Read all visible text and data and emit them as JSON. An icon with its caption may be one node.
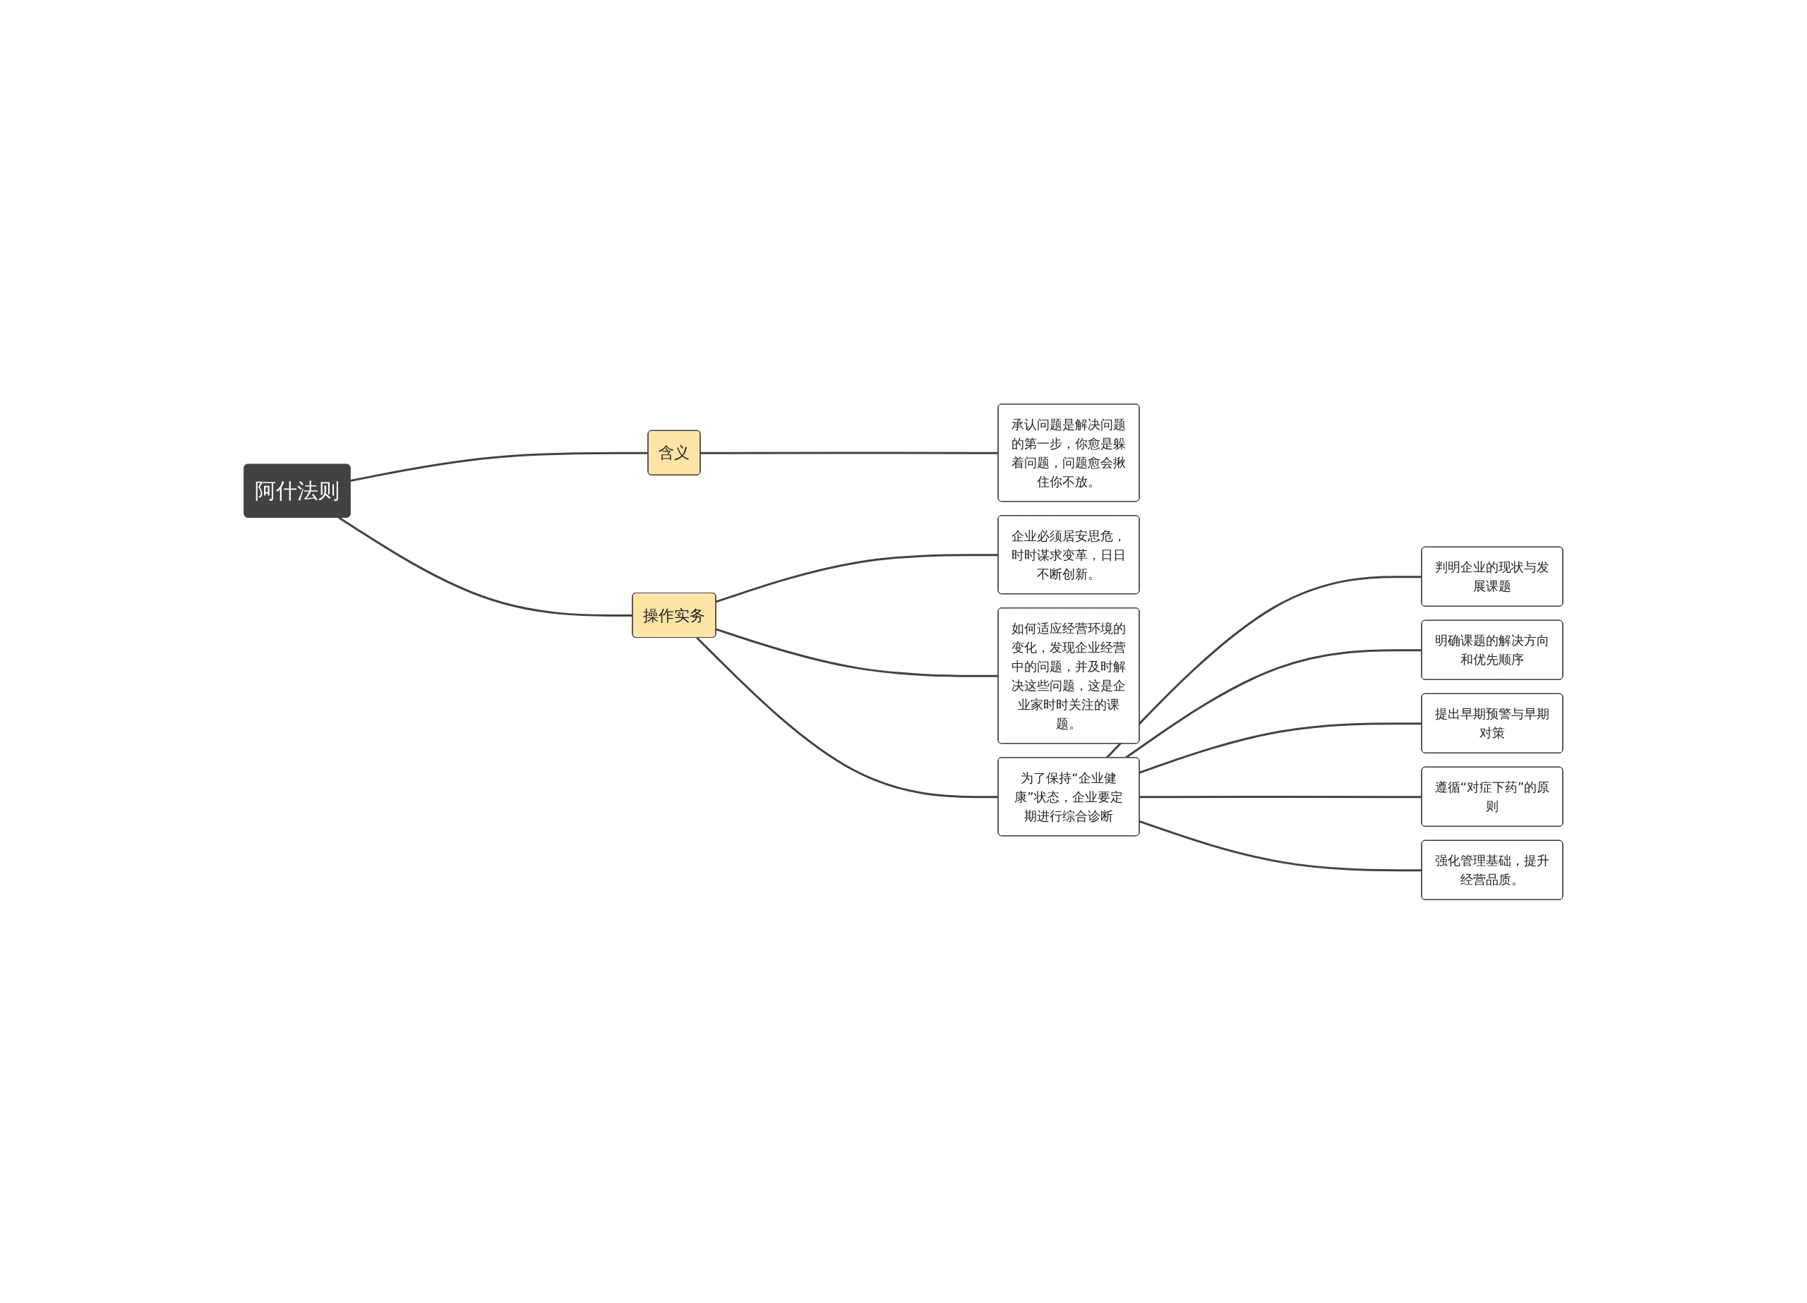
{
  "diagram": {
    "nodes": [
      {
        "text": [
          "阿什法则"
        ]
      },
      {
        "text": [
          "含义"
        ]
      },
      {
        "text": [
          "承认问题是解决问题的第一步，你愈是躲着问题，问题愈会揪住你不放。"
        ]
      },
      {
        "text": [
          "操作实务"
        ]
      },
      {
        "text": [
          "企业必须居安思危，时时谋求变革，日日不断创新。"
        ]
      },
      {
        "text": [
          "如何适应经营环境的变化，发现企业经营中的问题，并及时解决这些问题，这是企业家时时关注的课题。"
        ]
      },
      {
        "text": [
          "为了保持“企业健康”状态，企业要定期进行综合诊断"
        ]
      },
      {
        "text": [
          "判明企业的现状与发展课题"
        ]
      },
      {
        "text": [
          "明确课题的解决方向和优先顺序"
        ]
      },
      {
        "text": [
          "提出早期预警与早期对策"
        ]
      },
      {
        "text": [
          "遵循“对症下药”的原则"
        ]
      },
      {
        "text": [
          "强化管理基础，提升经营品质。"
        ]
      }
    ],
    "edges": [
      {
        "from": 0,
        "to": 1,
        "arrow": "none"
      },
      {
        "from": 1,
        "to": 2,
        "arrow": "none"
      },
      {
        "from": 0,
        "to": 3,
        "arrow": "none"
      },
      {
        "from": 3,
        "to": 4,
        "arrow": "none"
      },
      {
        "from": 3,
        "to": 5,
        "arrow": "none"
      },
      {
        "from": 3,
        "to": 6,
        "arrow": "none"
      },
      {
        "from": 6,
        "to": 7,
        "arrow": "none"
      },
      {
        "from": 6,
        "to": 8,
        "arrow": "none"
      },
      {
        "from": 6,
        "to": 9,
        "arrow": "none"
      },
      {
        "from": 6,
        "to": 10,
        "arrow": "none"
      },
      {
        "from": 6,
        "to": 11,
        "arrow": "none"
      }
    ]
  }
}
